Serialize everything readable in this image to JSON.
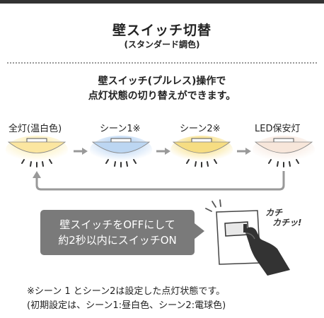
{
  "title": "壁スイッチ切替",
  "subtitle": "(スタンダード調色)",
  "description": {
    "line1": "壁スイッチ(プルレス)操作で",
    "line2": "点灯状態の切り替えができます。"
  },
  "modes": [
    {
      "label": "全灯(温白色)",
      "color": "#fbe6a0"
    },
    {
      "label": "シーン1※",
      "color": "#bcd6f2"
    },
    {
      "label": "シーン2※",
      "color": "#f6dd82"
    },
    {
      "label": "LED保安灯",
      "color": "#f7e6da"
    }
  ],
  "callout": {
    "line1": "壁スイッチをOFFにして",
    "line2": "約2秒以内にスイッチON"
  },
  "sound_effect": {
    "line1": "カチ",
    "line2": "カチッ!"
  },
  "notes": {
    "line1": "※シーン 1 とシーン2は設定した点灯状態です。",
    "line2": "(初期設定は、シーン1:昼白色、シーン2:電球色)"
  }
}
